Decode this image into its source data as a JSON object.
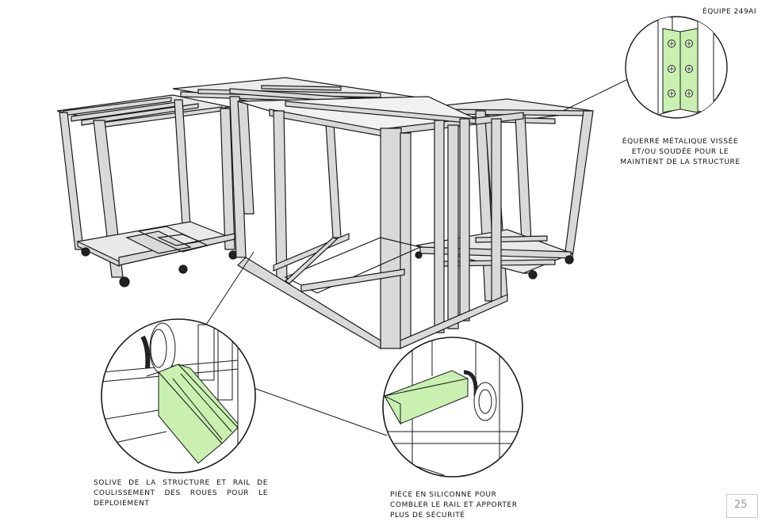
{
  "team_label": "ÉQUIPE 249AI",
  "callouts": {
    "bracket": "ÉQUERRE MÉTALIQUE VISSÉE ET/OU SOUDÉE POUR LE MAINTIENT DE LA STRUCTURE",
    "rail": "SOLIVE DE LA STRUCTURE ET RAIL DE COULISSEMENT DES ROUES POUR LE DÉPLOIEMENT",
    "silicone": "PIÈCE EN SILICONNE POUR COMBLER LE RAIL ET APPORTER PLUS DE SÉCURITÉ"
  },
  "page_number": "25",
  "colors": {
    "accent_green": "#c9f0b0",
    "frame_grey": "#d9d9d9",
    "outline": "#1a1a1a"
  }
}
